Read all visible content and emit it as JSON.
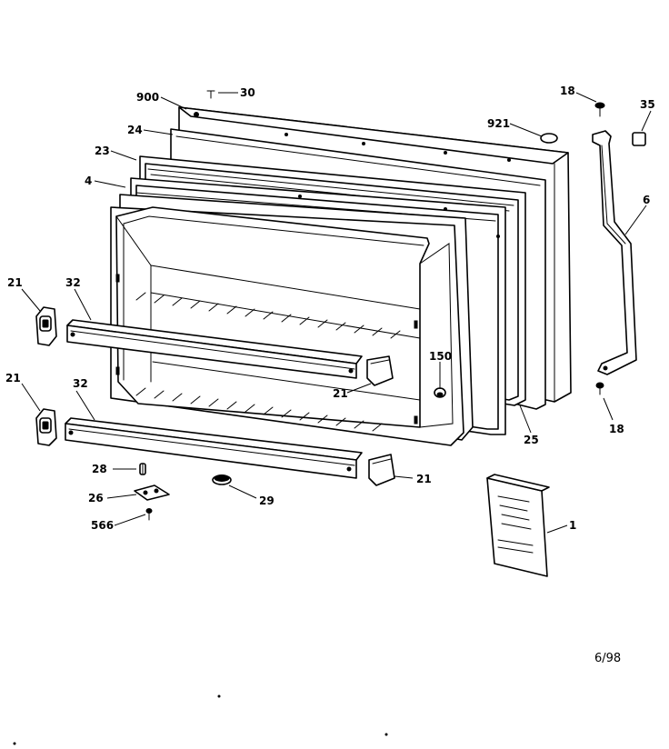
{
  "callouts": {
    "c900": "900",
    "c30": "30",
    "c24": "24",
    "c23": "23",
    "c4": "4",
    "c921": "921",
    "c18_top": "18",
    "c35": "35",
    "c6": "6",
    "c21_left_top": "21",
    "c32_top": "32",
    "c21_left_bottom": "21",
    "c32_bottom": "32",
    "c150": "150",
    "c21_mid": "21",
    "c18_bottom": "18",
    "c25": "25",
    "c28": "28",
    "c26": "26",
    "c566": "566",
    "c29": "29",
    "c21_bottom": "21",
    "c1": "1"
  },
  "date_code": "6/98"
}
